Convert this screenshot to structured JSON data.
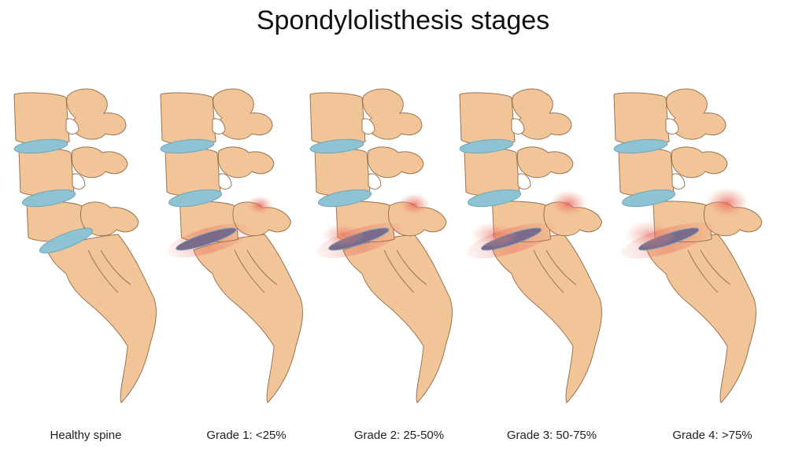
{
  "title": "Spondylolisthesis stages",
  "colors": {
    "bone": "#F2C598",
    "outline": "#9A7452",
    "disc": "#8EC3D4",
    "compressed_disc": "#7B6A8A",
    "inflammation": "#E8584E"
  },
  "stages": [
    {
      "label": "Healthy spine",
      "slip": 0
    },
    {
      "label": "Grade 1: <25%",
      "slip": 0.25
    },
    {
      "label": "Grade 2: 25-50%",
      "slip": 0.5
    },
    {
      "label": "Grade 3: 50-75%",
      "slip": 0.75
    },
    {
      "label": "Grade 4: >75%",
      "slip": 1.0
    }
  ]
}
